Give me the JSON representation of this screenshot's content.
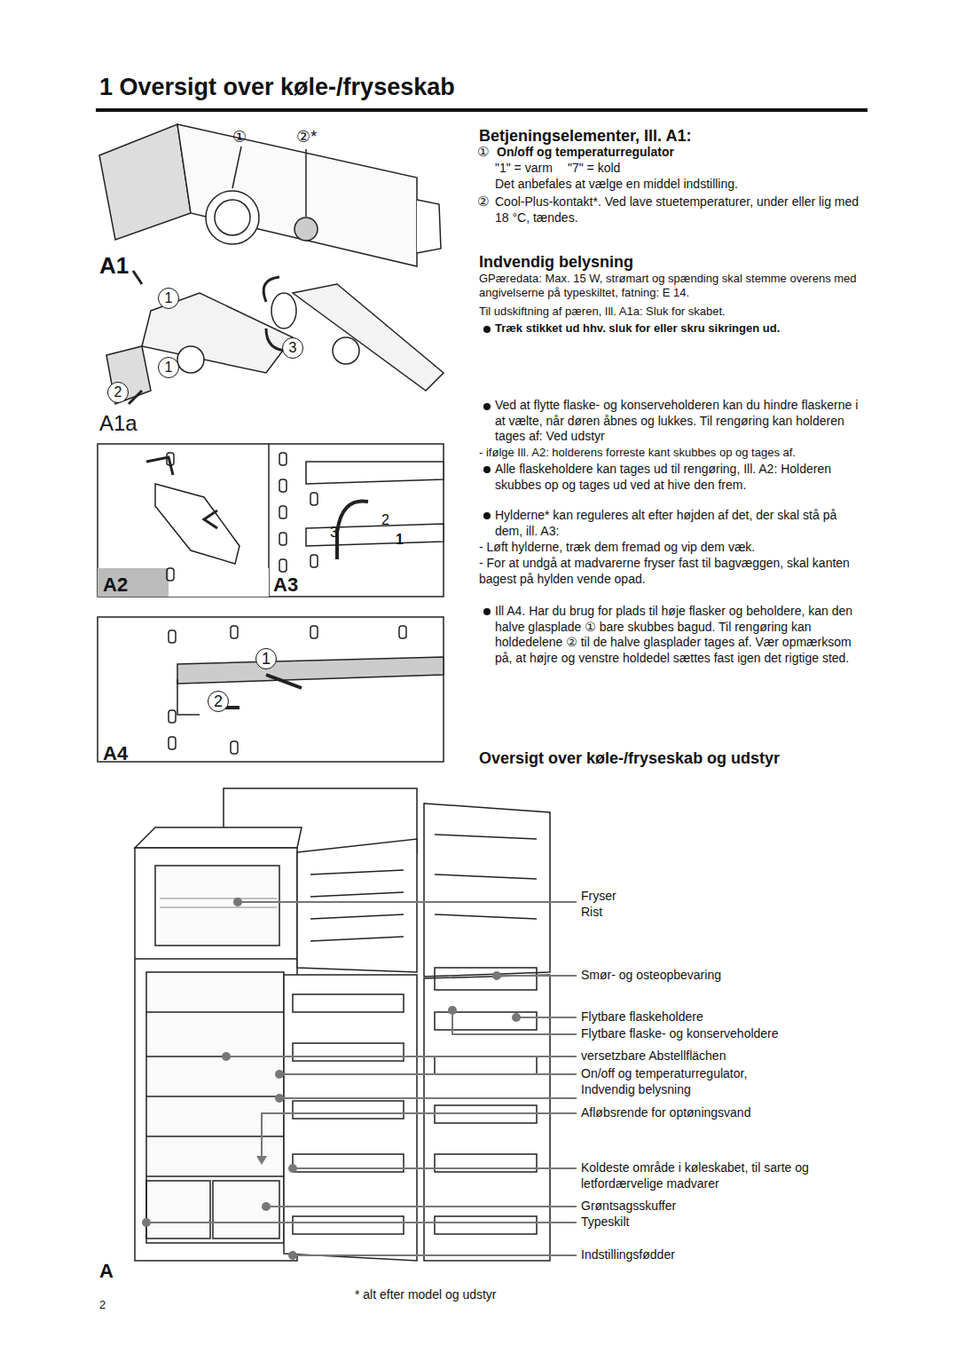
{
  "diagram": {
    "title": "1 Oversigt over køle-/fryseskab",
    "labels": [
      "Betjeningselementer, Ill. A1:",
      "①",
      "On/off og temperaturregulator",
      "\"1\" = varm",
      "\"7\" = kold",
      "Det anbefales at vælge en middel indstilling.",
      "②",
      "Cool-Plus-kontakt*. Ved lave stuetemperaturer, under eller lig med 18 °C, tændes.",
      "Indvendig belysning",
      "GPæredata: Max. 15 W, strømart og spænding skal stemme overens med angivelserne på typeskiltet, fatning: E 14.",
      "Til udskiftning af pæren, Ill. A1a: Sluk for skabet.",
      "Træk stikket ud hhv. sluk for eller skru sikringen ud.",
      "Ved at flytte flaske- og konserveholderen kan du hindre flaskerne i at vælte, når døren åbnes og lukkes. Til rengøring kan holderen tages af: Ved udstyr",
      "- ifølge Ill. A2: holderens forreste kant skubbes op og tages af.",
      "Alle flaskeholdere kan tages ud til rengøring, Ill. A2: Holderen skubbes op og tages ud ved at hive den frem.",
      "Hylderne* kan reguleres alt efter højden af det, der skal stå på dem, ill. A3:",
      "- Løft hylderne, træk dem fremad og vip dem væk.",
      "- For at undgå at madvarerne fryser fast til bagvæggen, skal kanten bagest på hylden vende opad.",
      "Ill A4. Har du brug for plads til høje flasker og beholdere, kan den halve glasplade ① bare skubbes bagud. Til rengøring kan holdedelene ② til de halve glasplader tages af. Vær opmærksom på, at højre og venstre holdedel sættes fast igen det rigtige sted.",
      "Oversigt over køle-/fryseskab og udstyr",
      "Fryser",
      "Rist",
      "Smør- og osteopbevaring",
      "Flytbare flaskeholdere",
      "Flytbare flaske- og konserveholdere",
      "versetzbare Abstellflächen",
      "On/off og temperaturregulator, Indvendig belysning",
      "Afløbsrende for optøningsvand",
      "Koldeste område i køleskabet, til sarte og letfordærvelige madvarer",
      "Grøntsagsskuffer",
      "Typeskilt",
      "Indstillingsfødder",
      "* alt efter model og udstyr",
      "2",
      "A1",
      "A1a",
      "A2",
      "A3",
      "A4",
      "A",
      "①",
      "②*",
      "1",
      "1",
      "2",
      "3",
      "2",
      "3",
      "1",
      "1",
      "2"
    ]
  }
}
